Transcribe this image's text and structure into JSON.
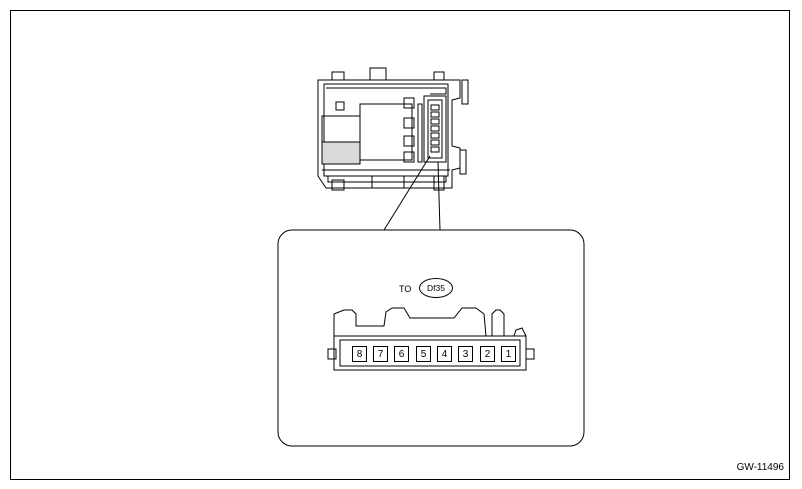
{
  "figure_code": "GW-11496",
  "callout": {
    "to_label": "TO",
    "connector_ref": "Df35"
  },
  "connector_pins": [
    "8",
    "7",
    "6",
    "5",
    "4",
    "3",
    "2",
    "1"
  ],
  "colors": {
    "line": "#000000",
    "shade": "#d9d9d9",
    "background": "#ffffff"
  }
}
